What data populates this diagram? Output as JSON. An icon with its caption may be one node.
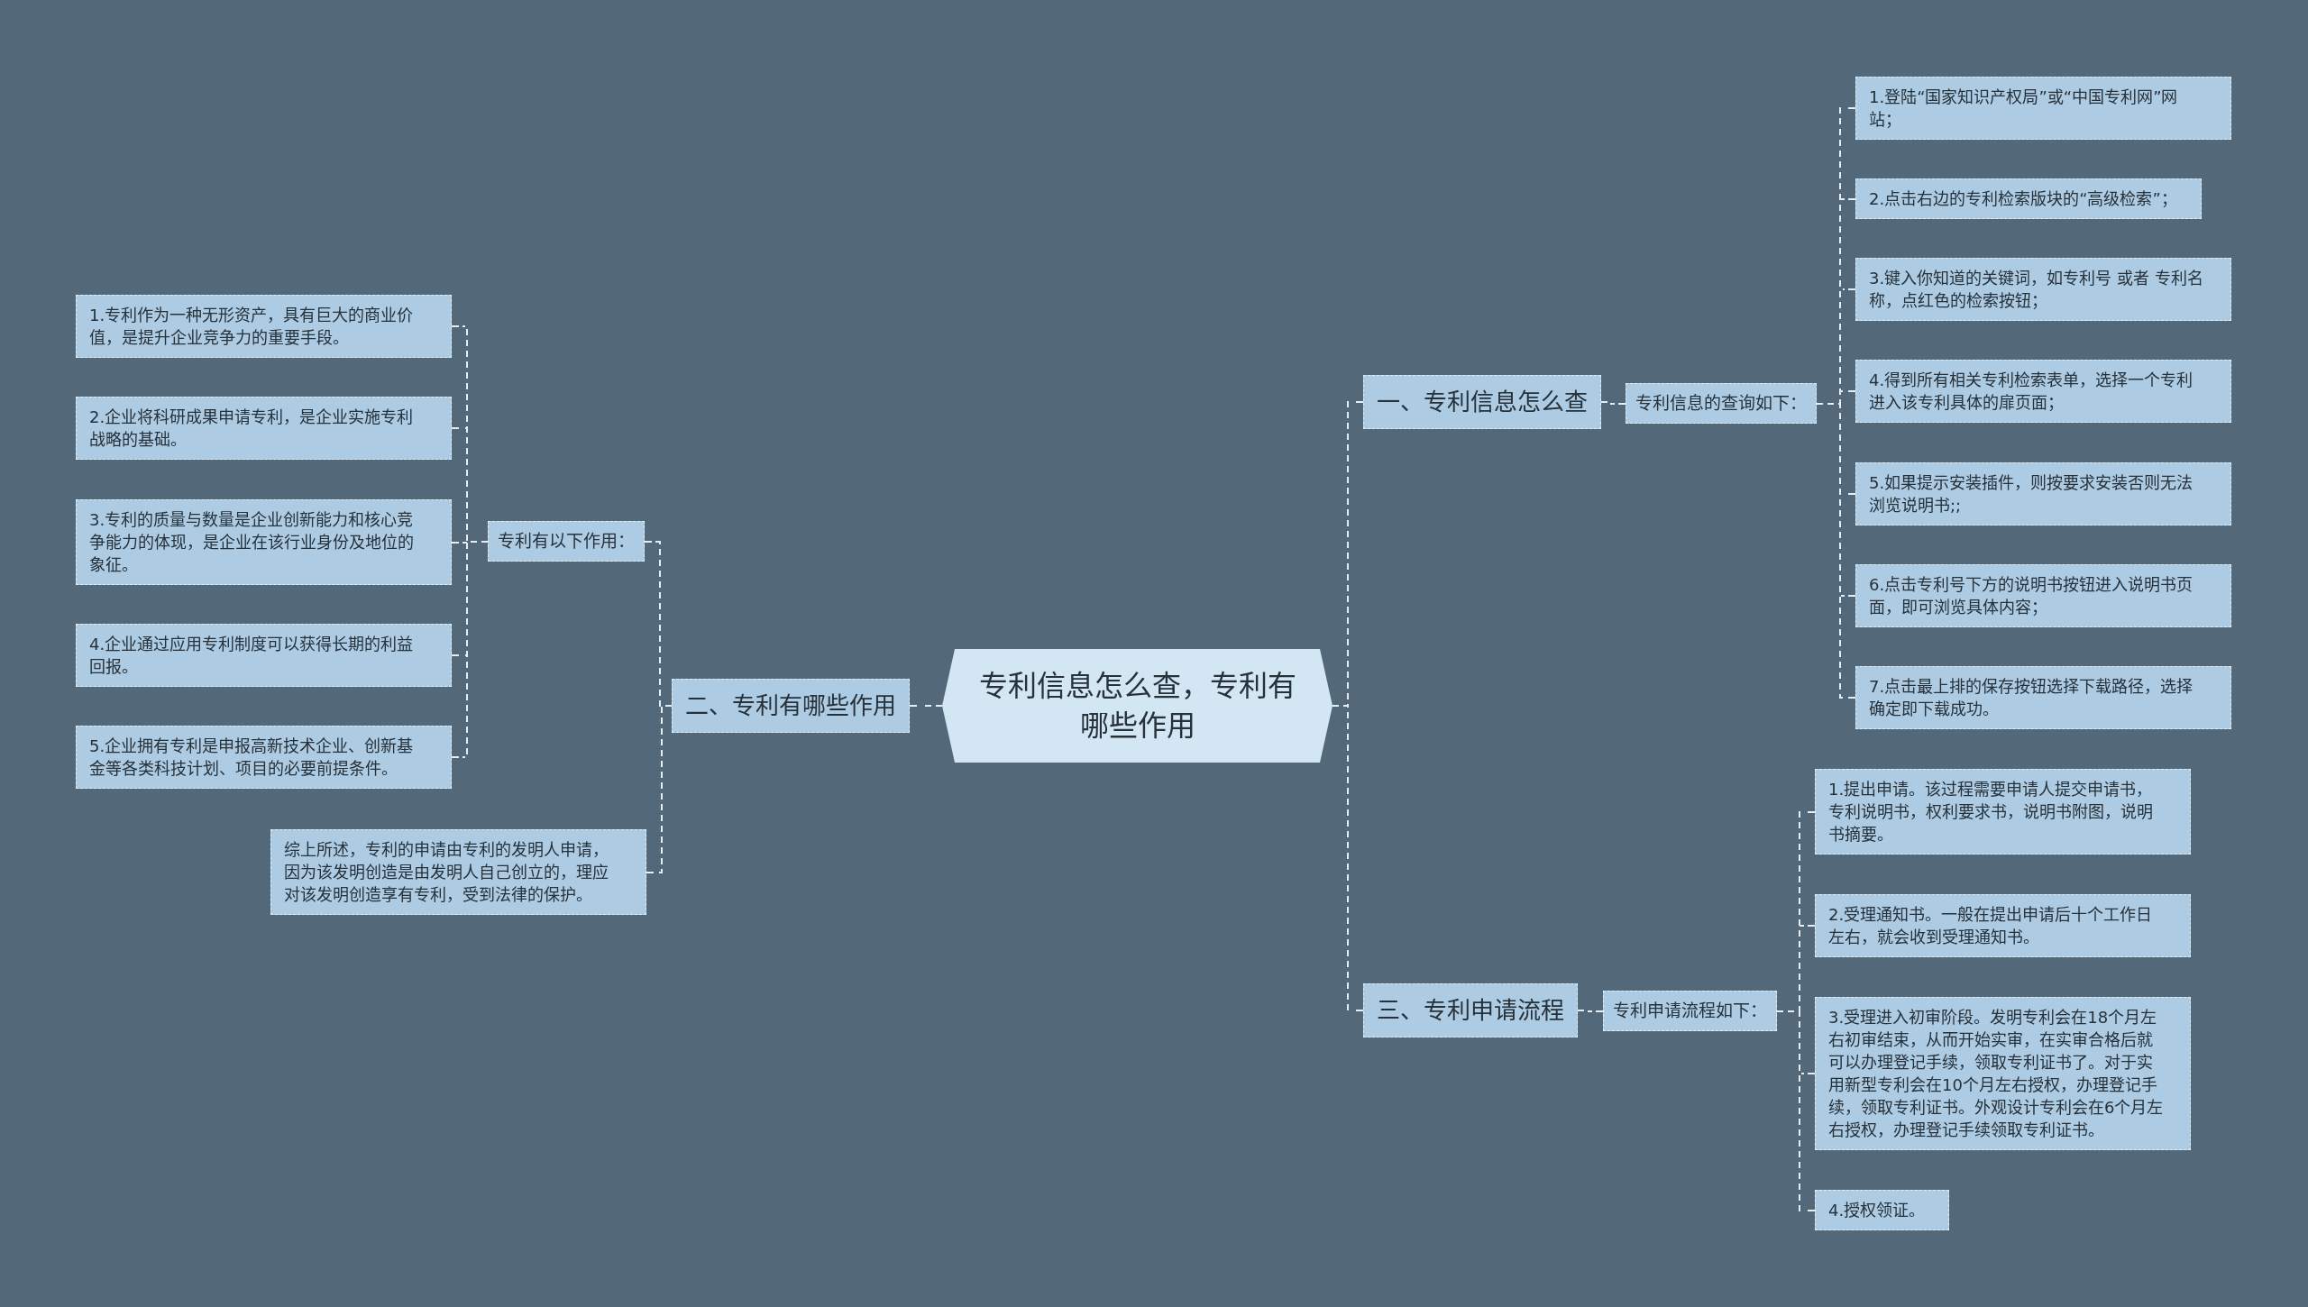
{
  "diagram": {
    "nodes": [
      {
        "text": [
          "专利信息怎么查，专利有哪些作用"
        ]
      },
      {
        "text": [
          "一、专利信息怎么查"
        ]
      },
      {
        "text": [
          "专利信息的查询如下："
        ]
      },
      {
        "text": [
          "1.登陆“国家知识产权局”或“中国专利网”网站；"
        ]
      },
      {
        "text": [
          "2.点击右边的专利检索版块的“高级检索”；"
        ]
      },
      {
        "text": [
          "3.键入你知道的关键词，如专利号 或者 专利名称，点红色的检索按钮；"
        ]
      },
      {
        "text": [
          "4.得到所有相关专利检索表单，选择一个专利进入该专利具体的扉页面；"
        ]
      },
      {
        "text": [
          "5.如果提示安装插件，则按要求安装否则无法浏览说明书;;"
        ]
      },
      {
        "text": [
          "6.点击专利号下方的说明书按钮进入说明书页面，即可浏览具体内容；"
        ]
      },
      {
        "text": [
          "7.点击最上排的保存按钮选择下载路径，选择确定即下载成功。"
        ]
      },
      {
        "text": [
          "二、专利有哪些作用"
        ]
      },
      {
        "text": [
          "专利有以下作用："
        ]
      },
      {
        "text": [
          "1.专利作为一种无形资产，具有巨大的商业价值，是提升企业竞争力的重要手段。"
        ]
      },
      {
        "text": [
          "2.企业将科研成果申请专利，是企业实施专利战略的基础。"
        ]
      },
      {
        "text": [
          "3.专利的质量与数量是企业创新能力和核心竞争能力的体现，是企业在该行业身份及地位的象征。"
        ]
      },
      {
        "text": [
          "4.企业通过应用专利制度可以获得长期的利益回报。"
        ]
      },
      {
        "text": [
          "5.企业拥有专利是申报高新技术企业、创新基金等各类科技计划、项目的必要前提条件。"
        ]
      },
      {
        "text": [
          "综上所述，专利的申请由专利的发明人申请，因为该发明创造是由发明人自己创立的，理应对该发明创造享有专利，受到法律的保护。"
        ]
      },
      {
        "text": [
          "三、专利申请流程"
        ]
      },
      {
        "text": [
          "专利申请流程如下："
        ]
      },
      {
        "text": [
          "1.提出申请。该过程需要申请人提交申请书，专利说明书，权利要求书，说明书附图，说明书摘要。"
        ]
      },
      {
        "text": [
          "2.受理通知书。一般在提出申请后十个工作日左右，就会收到受理通知书。"
        ]
      },
      {
        "text": [
          "3.受理进入初审阶段。发明专利会在18个月左右初审结束，从而开始实审，在实审合格后就可以办理登记手续，领取专利证书了。对于实用新型专利会在10个月左右授权，办理登记手续，领取专利证书。外观设计专利会在6个月左右授权，办理登记手续领取专利证书。"
        ]
      },
      {
        "text": [
          "4.授权领证。"
        ]
      }
    ],
    "edges": [
      {
        "from": 0,
        "to": 1,
        "arrow": "none"
      },
      {
        "from": 1,
        "to": 2,
        "arrow": "none"
      },
      {
        "from": 2,
        "to": 3,
        "arrow": "none"
      },
      {
        "from": 2,
        "to": 4,
        "arrow": "none"
      },
      {
        "from": 2,
        "to": 5,
        "arrow": "none"
      },
      {
        "from": 2,
        "to": 6,
        "arrow": "none"
      },
      {
        "from": 2,
        "to": 7,
        "arrow": "none"
      },
      {
        "from": 2,
        "to": 8,
        "arrow": "none"
      },
      {
        "from": 2,
        "to": 9,
        "arrow": "none"
      },
      {
        "from": 0,
        "to": 10,
        "arrow": "none"
      },
      {
        "from": 10,
        "to": 11,
        "arrow": "none"
      },
      {
        "from": 11,
        "to": 12,
        "arrow": "none"
      },
      {
        "from": 11,
        "to": 13,
        "arrow": "none"
      },
      {
        "from": 11,
        "to": 14,
        "arrow": "none"
      },
      {
        "from": 11,
        "to": 15,
        "arrow": "none"
      },
      {
        "from": 11,
        "to": 16,
        "arrow": "none"
      },
      {
        "from": 10,
        "to": 17,
        "arrow": "none"
      },
      {
        "from": 0,
        "to": 18,
        "arrow": "none"
      },
      {
        "from": 18,
        "to": 19,
        "arrow": "none"
      },
      {
        "from": 19,
        "to": 20,
        "arrow": "none"
      },
      {
        "from": 19,
        "to": 21,
        "arrow": "none"
      },
      {
        "from": 19,
        "to": 22,
        "arrow": "none"
      },
      {
        "from": 19,
        "to": 23,
        "arrow": "none"
      }
    ]
  }
}
